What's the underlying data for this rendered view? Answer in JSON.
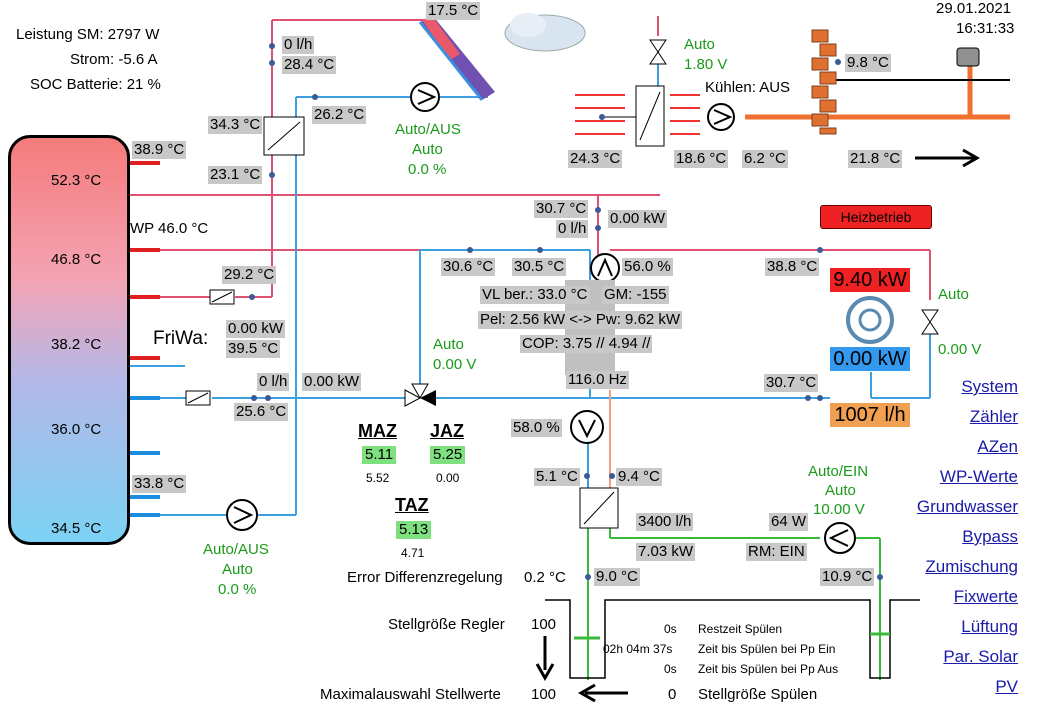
{
  "status": {
    "leistung": "Leistung SM: 2797 W",
    "strom": "Strom: -5.6 A",
    "soc": "SOC Batterie: 21 %"
  },
  "datetime": {
    "date": "29.01.2021",
    "time": "16:31:33"
  },
  "tank": {
    "top": "38.9 °C",
    "t1": "52.3 °C",
    "wp": "WP 46.0 °C",
    "t2": "46.8 °C",
    "t3": "38.2 °C",
    "t4": "36.0 °C",
    "t5": "34.5 °C",
    "bottom": "33.8 °C",
    "friwa": "FriWa:"
  },
  "solar": {
    "panel": "17.5 °C",
    "flow": "0 l/h",
    "t1": "28.4 °C",
    "t2": "34.3 °C",
    "t3": "26.2 °C",
    "t4": "23.1 °C",
    "pump_mode": "Auto/AUS",
    "pump_sub": "Auto",
    "pump_pct": "0.0 %"
  },
  "heater": {
    "t": "29.2 °C",
    "kw": "0.00 kW",
    "t2": "39.5 °C"
  },
  "friwa_line": {
    "flow": "0 l/h",
    "kw": "0.00 kW",
    "t": "25.6 °C"
  },
  "lower_pump": {
    "mode": "Auto/AUS",
    "sub": "Auto",
    "pct": "0.0 %"
  },
  "mixer": {
    "mode": "Auto",
    "volt": "0.00 V"
  },
  "cooling": {
    "mode": "Auto",
    "volt": "1.80 V",
    "label": "Kühlen: AUS",
    "t_out": "9.8 °C",
    "t1": "24.3 °C",
    "t2": "18.6 °C",
    "t3": "6.2 °C",
    "t4": "21.8 °C"
  },
  "hp": {
    "t_top": "30.7 °C",
    "flow_top": "0 l/h",
    "kw_top": "0.00 kW",
    "t_l1": "30.6 °C",
    "t_l2": "30.5 °C",
    "pump_pct": "56.0 %",
    "vl": "VL ber.: 33.0 °C",
    "gm": "GM: -155",
    "pel": "Pel: 2.56 kW <-> Pw: 9.62 kW",
    "cop": "COP: 3.75  // 4.94 //",
    "freq": "116.0 Hz",
    "pump2_pct": "58.0 %",
    "t_5": "5.1 °C",
    "t_9": "9.4 °C",
    "flow": "3400 l/h",
    "kw": "7.03 kW",
    "watt": "64 W",
    "rm": "RM: EIN",
    "t_90": "9.0 °C",
    "t_109": "10.9 °C",
    "pump3_mode": "Auto/EIN",
    "pump3_sub": "Auto",
    "pump3_volt": "10.00 V"
  },
  "heat_circuit": {
    "button": "Heizbetrieb",
    "t_top": "38.8 °C",
    "power": "9.40 kW",
    "power2": "0.00 kW",
    "t_ret": "30.7 °C",
    "flow": "1007 l/h",
    "valve_mode": "Auto",
    "valve_volt": "0.00 V"
  },
  "az": {
    "maz_label": "MAZ",
    "maz": "5.11",
    "maz2": "5.52",
    "jaz_label": "JAZ",
    "jaz": "5.25",
    "jaz2": "0.00",
    "taz_label": "TAZ",
    "taz": "5.13",
    "taz2": "4.71"
  },
  "control": {
    "err_label": "Error Differenzregelung",
    "err_val": "0.2 °C",
    "stell_label": "Stellgröße Regler",
    "stell_val": "100",
    "max_label": "Maximalauswahl Stellwerte",
    "max_val": "100",
    "spuel_val": "0",
    "spuel_label": "Stellgröße Spülen"
  },
  "spuelen": [
    {
      "val": "0s",
      "label": "Restzeit Spülen"
    },
    {
      "val": "02h 04m 37s",
      "label": "Zeit bis Spülen bei Pp Ein"
    },
    {
      "val": "0s",
      "label": "Zeit bis Spülen bei Pp Aus"
    }
  ],
  "nav": [
    "System",
    "Zähler",
    "AZen",
    "WP-Werte",
    "Grundwasser",
    "Bypass",
    "Zumischung",
    "Fixwerte",
    "Lüftung",
    "Par. Solar",
    "PV"
  ],
  "colors": {
    "hot": "#e05070",
    "cold": "#3aa0e0",
    "brine": "#3aba3a",
    "ok": "#1a9a1a",
    "red": "#ee2222",
    "blue": "#3399ee",
    "orange": "#f0a050"
  }
}
